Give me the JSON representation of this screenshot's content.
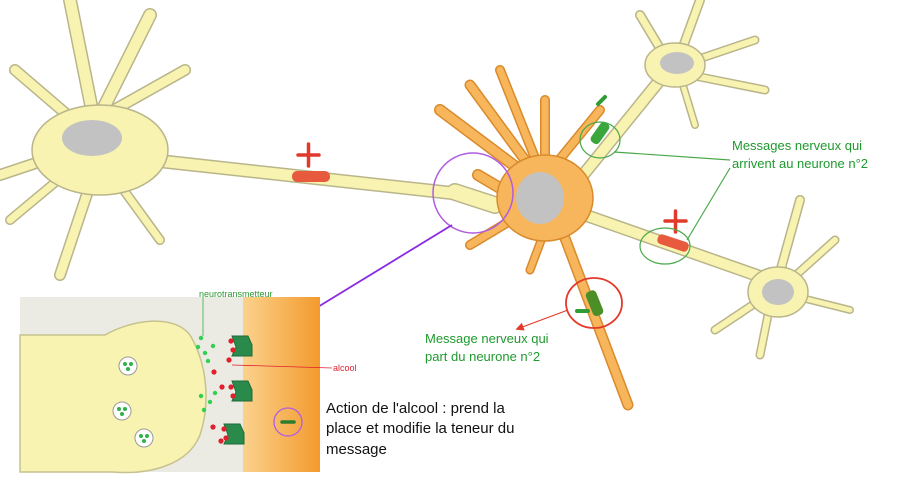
{
  "labels": {
    "messages_arrivent": [
      "Messages nerveux qui",
      "arrivent au neurone n°2"
    ],
    "message_part": [
      "Message nerveux qui",
      "part du neurone n°2"
    ],
    "neurotransmetteur": "neurotransmetteur",
    "alcool": "alcool",
    "action": [
      "Action de l'alcool : prend la",
      "place et modifie la teneur du",
      "message"
    ]
  },
  "signs": {
    "plus_1": "+",
    "minus_top": "-",
    "plus_2": "+",
    "minus_axon": "-",
    "minus_synapse": "-"
  },
  "colors": {
    "neuron_fill": "#f8f3b0",
    "neuron_stroke": "#b9b58a",
    "nucleus": "#c2c2c2",
    "neuron2_fill": "#f7b65c",
    "excite_red": "#e23a2a",
    "inhibit_green": "#2e9b35",
    "circle_purple": "#b05de0",
    "arrow_purple": "#8a2be2",
    "label_green": "#1f9a2e",
    "receptor_green": "#2a8a4c"
  }
}
